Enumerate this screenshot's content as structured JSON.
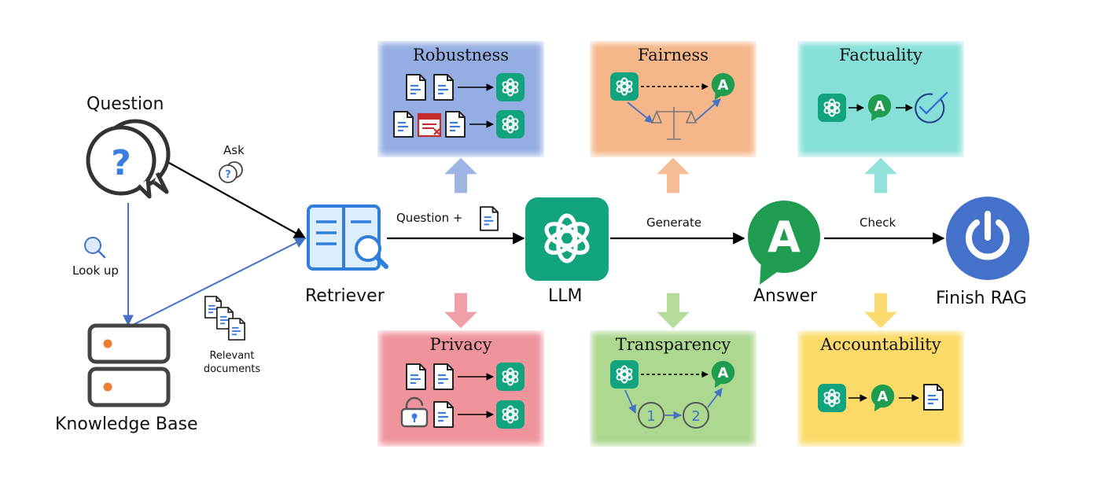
{
  "nodes": {
    "question": "Question",
    "knowledge_base": "Knowledge Base",
    "retriever": "Retriever",
    "llm": "LLM",
    "answer": "Answer",
    "finish": "Finish RAG"
  },
  "edges": {
    "ask": "Ask",
    "look_up": "Look up",
    "relevant_documents_line1": "Relevant",
    "relevant_documents_line2": "documents",
    "question_plus": "Question +",
    "generate": "Generate",
    "check": "Check"
  },
  "panels": {
    "robustness": "Robustness",
    "fairness": "Fairness",
    "factuality": "Factuality",
    "privacy": "Privacy",
    "transparency": "Transparency",
    "accountability": "Accountability"
  },
  "glyphs": {
    "question_mark": "?",
    "answer_letter": "A",
    "step1": "1",
    "step2": "2"
  },
  "colors": {
    "robustness": "#8EA9E0",
    "fairness": "#F4B283",
    "factuality": "#7FDED6",
    "privacy": "#EE8E98",
    "transparency": "#A9D68A",
    "accountability": "#FBD860",
    "llm_green": "#12A37F",
    "answer_green": "#1E9C4F",
    "finish_blue": "#4472CA",
    "line_blue": "#4472C4"
  }
}
